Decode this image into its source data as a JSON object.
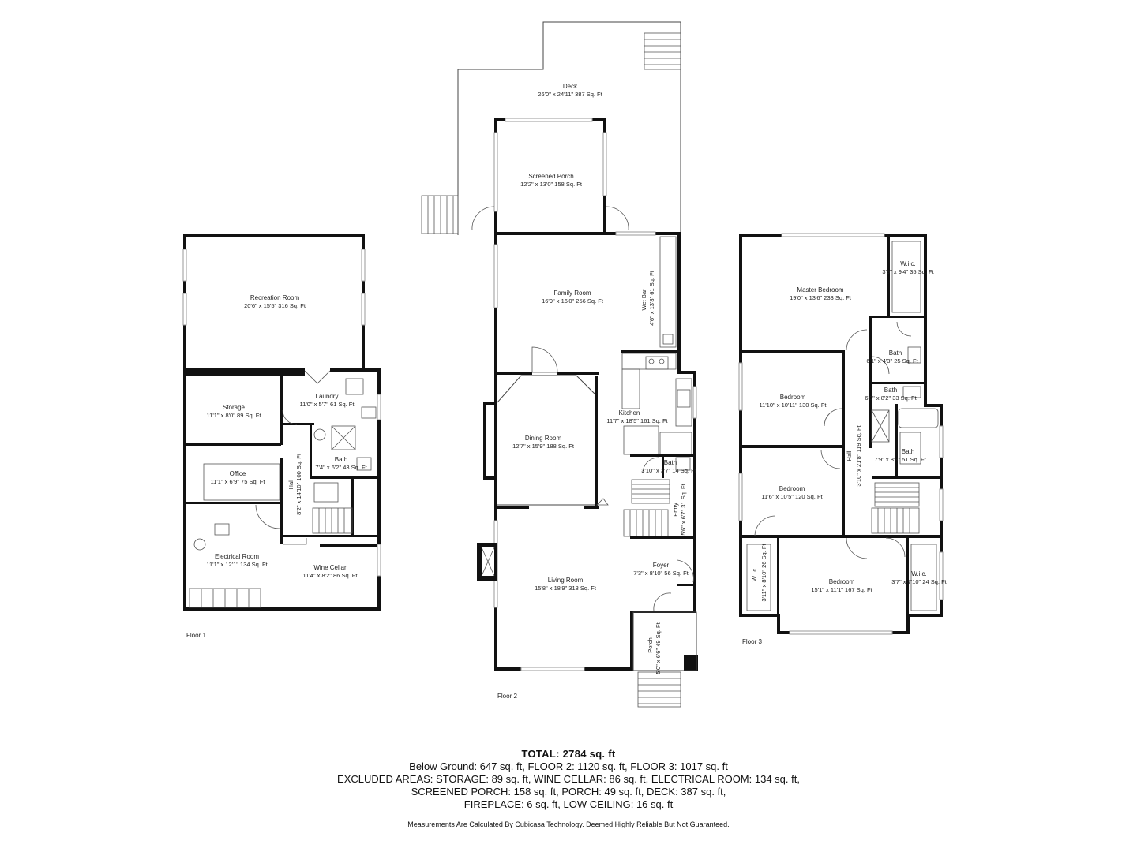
{
  "floors": [
    {
      "label": "Floor 1",
      "rooms": [
        {
          "name": "Recreation Room",
          "dims": "20'6\" x 15'5\" 316 Sq. Ft"
        },
        {
          "name": "Storage",
          "dims": "11'1\" x 8'0\" 89 Sq. Ft"
        },
        {
          "name": "Laundry",
          "dims": "11'0\" x 5'7\" 61 Sq. Ft"
        },
        {
          "name": "Office",
          "dims": "11'1\" x 6'9\" 75 Sq. Ft"
        },
        {
          "name": "Bath",
          "dims": "7'4\" x 6'2\" 43 Sq. Ft"
        },
        {
          "name": "Hall",
          "dims": "8'2\" x 14'10\" 100 Sq. Ft"
        },
        {
          "name": "Electrical Room",
          "dims": "11'1\" x 12'1\" 134 Sq. Ft"
        },
        {
          "name": "Wine Cellar",
          "dims": "11'4\" x 8'2\" 86 Sq. Ft"
        }
      ]
    },
    {
      "label": "Floor 2",
      "rooms": [
        {
          "name": "Deck",
          "dims": "26'0\" x 24'11\" 387 Sq. Ft"
        },
        {
          "name": "Screened Porch",
          "dims": "12'2\" x 13'0\" 158 Sq. Ft"
        },
        {
          "name": "Family Room",
          "dims": "16'9\" x 16'0\" 256 Sq. Ft"
        },
        {
          "name": "Wet Bar",
          "dims": "4'6\" x 13'8\" 61 Sq. Ft"
        },
        {
          "name": "Dining Room",
          "dims": "12'7\" x 15'9\" 188 Sq. Ft"
        },
        {
          "name": "Kitchen",
          "dims": "11'7\" x 18'5\" 161 Sq. Ft"
        },
        {
          "name": "Bath",
          "dims": "3'10\" x 3'7\" 14 Sq. Ft"
        },
        {
          "name": "Entry",
          "dims": "5'6\" x 6'7\" 31 Sq. Ft"
        },
        {
          "name": "Foyer",
          "dims": "7'3\" x 8'10\" 56 Sq. Ft"
        },
        {
          "name": "Living Room",
          "dims": "15'8\" x 18'9\" 318 Sq. Ft"
        },
        {
          "name": "Porch",
          "dims": "5'0\" x 6'6\" 49 Sq. Ft"
        }
      ]
    },
    {
      "label": "Floor 3",
      "rooms": [
        {
          "name": "Master Bedroom",
          "dims": "19'0\" x 13'6\" 233 Sq. Ft"
        },
        {
          "name": "W.i.c.",
          "dims": "3'9\" x 9'4\" 35 Sq. Ft"
        },
        {
          "name": "Bath",
          "dims": "6'1\" x 4'3\" 25 Sq. Ft"
        },
        {
          "name": "Bath",
          "dims": "6'0\" x 8'2\" 33 Sq. Ft"
        },
        {
          "name": "Bedroom",
          "dims": "11'10\" x 10'11\" 130 Sq. Ft"
        },
        {
          "name": "Hall",
          "dims": "3'10\" x 21'8\" 119 Sq. Ft"
        },
        {
          "name": "Bath",
          "dims": "7'9\" x 8'3\" 51 Sq. Ft"
        },
        {
          "name": "Bedroom",
          "dims": "11'6\" x 10'5\" 120 Sq. Ft"
        },
        {
          "name": "W.i.c.",
          "dims": "3'11\" x 8'10\" 26 Sq. Ft"
        },
        {
          "name": "Bedroom",
          "dims": "15'1\" x 11'1\" 167 Sq. Ft"
        },
        {
          "name": "W.i.c.",
          "dims": "3'7\" x 7'10\" 24 Sq. Ft"
        }
      ]
    }
  ],
  "summary": {
    "total": "TOTAL: 2784 sq. ft",
    "lines": [
      "Below Ground: 647 sq. ft, FLOOR 2: 1120 sq. ft, FLOOR 3: 1017 sq. ft",
      "EXCLUDED AREAS: STORAGE: 89 sq. ft, WINE CELLAR: 86 sq. ft, ELECTRICAL ROOM: 134 sq. ft,",
      "SCREENED PORCH: 158 sq. ft, PORCH: 49 sq. ft, DECK: 387 sq. ft,",
      "FIREPLACE: 6 sq. ft, LOW CEILING: 16 sq. ft"
    ],
    "disclaimer": "Measurements Are Calculated By Cubicasa Technology. Deemed Highly Reliable But Not Guaranteed."
  }
}
